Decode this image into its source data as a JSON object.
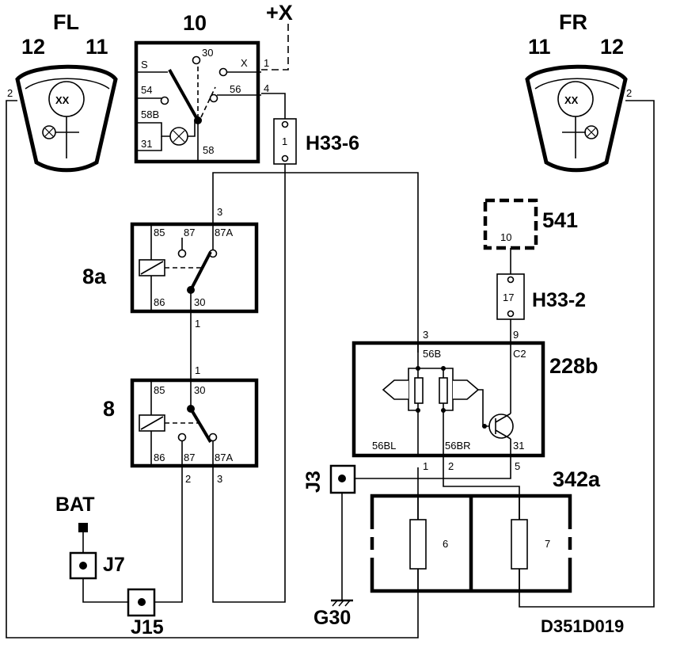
{
  "supply_label": "+X",
  "doc_id": "D351D019",
  "lamps": {
    "left": {
      "name": "FL",
      "num_a": "12",
      "num_b": "11",
      "pin": "2"
    },
    "right": {
      "name": "FR",
      "num_a": "11",
      "num_b": "12",
      "pin": "2"
    }
  },
  "switch10": {
    "id": "10",
    "terminals": {
      "s": "S",
      "t30": "30",
      "x": "X",
      "t54": "54",
      "t56": "56",
      "t58b": "58B",
      "t31": "31",
      "t58": "58"
    },
    "pins": {
      "x": "1",
      "t56": "4"
    }
  },
  "fuse_h33_6": {
    "label": "H33-6",
    "number": "1"
  },
  "fuse_h33_2": {
    "label": "H33-2",
    "number": "17"
  },
  "relay_8a": {
    "id": "8a",
    "terminals": {
      "t85": "85",
      "t87": "87",
      "t87a": "87A",
      "t86": "86",
      "t30": "30"
    },
    "pins": {
      "top": "3",
      "bottom": "1"
    }
  },
  "relay_8": {
    "id": "8",
    "terminals": {
      "t85": "85",
      "t30": "30",
      "t86": "86",
      "t87": "87",
      "t87a": "87A"
    },
    "pins": {
      "top": "1",
      "left": "2",
      "right": "3"
    }
  },
  "module_541": {
    "id": "541",
    "pin": "10"
  },
  "module_228b": {
    "id": "228b",
    "terminals": {
      "t56b": "56B",
      "c2": "C2",
      "t56bl": "56BL",
      "t56br": "56BR",
      "t31": "31"
    },
    "pins": {
      "t56b": "3",
      "c2": "9",
      "t56bl": "1",
      "t56br": "2",
      "t31": "5"
    }
  },
  "lamp_342a": {
    "id": "342a",
    "left": "6",
    "right": "7"
  },
  "connectors": {
    "j3": "J3",
    "j7": "J7",
    "j15": "J15",
    "g30": "G30",
    "bat": "BAT"
  }
}
